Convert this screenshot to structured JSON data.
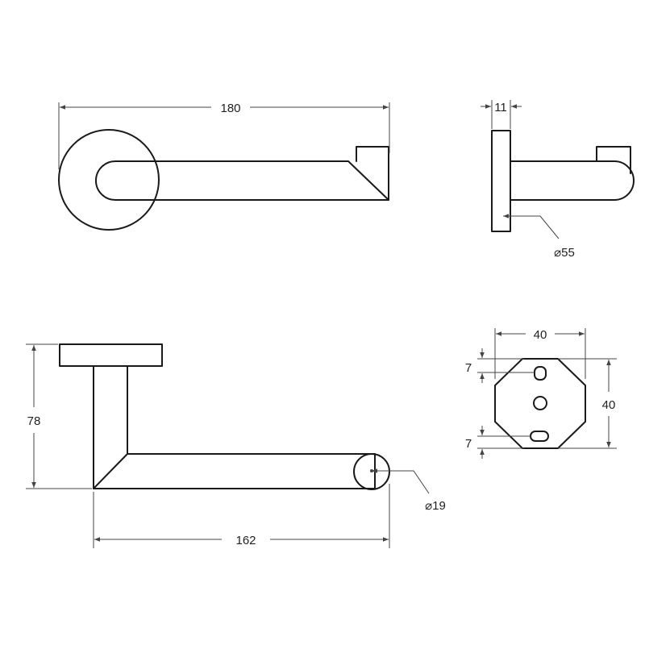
{
  "dimensions": {
    "top_length": "180",
    "side_thickness": "11",
    "rosette_diameter": "⌀55",
    "base_width": "40",
    "base_height": "40",
    "slot_top": "7",
    "slot_bottom": "7",
    "front_height": "78",
    "front_length": "162",
    "bar_diameter": "⌀19"
  },
  "colors": {
    "line": "#1a1a1a",
    "dimension": "#444444",
    "background": "#ffffff"
  }
}
